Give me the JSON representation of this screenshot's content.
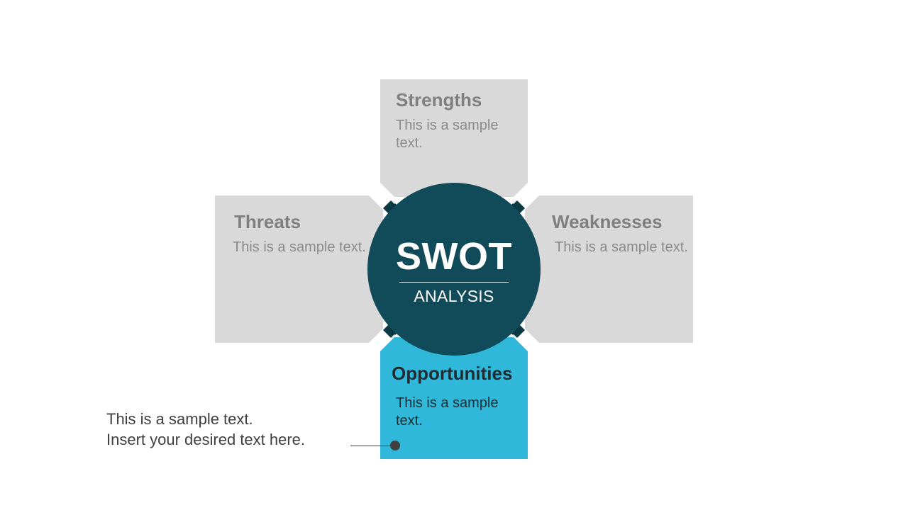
{
  "diagram": {
    "center": {
      "title": "SWOT",
      "subtitle": "ANALYSIS",
      "color": "#114a58"
    },
    "quadrants": {
      "strengths": {
        "title": "Strengths",
        "text": "This is a sample text.",
        "color": "#d9d9d9",
        "position": "top"
      },
      "weaknesses": {
        "title": "Weaknesses",
        "text": "This is a sample text.",
        "color": "#d9d9d9",
        "position": "right"
      },
      "opportunities": {
        "title": "Opportunities",
        "text": "This is a sample text.",
        "color": "#2fb8d9",
        "position": "bottom",
        "highlighted": true
      },
      "threats": {
        "title": "Threats",
        "text": "This is a sample text.",
        "color": "#d9d9d9",
        "position": "left"
      }
    },
    "accent_tab_color": "#0c3a44"
  },
  "note": {
    "line1": "This is a sample text.",
    "line2": "Insert your desired text here.",
    "connector_color": "#404040"
  }
}
